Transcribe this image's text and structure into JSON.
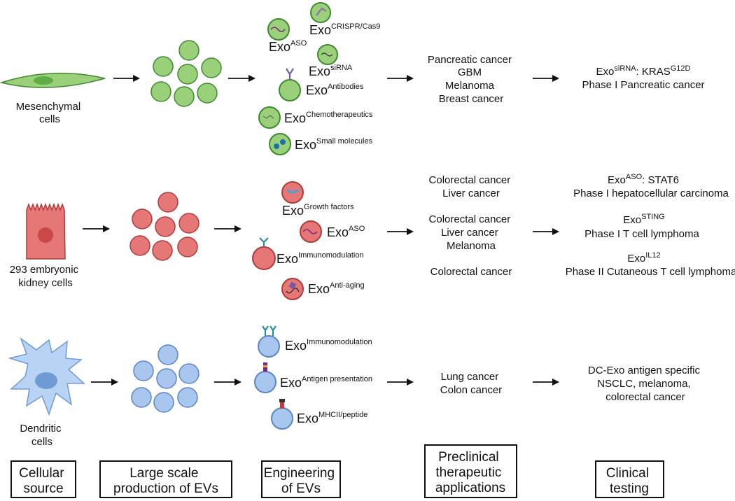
{
  "rows": [
    {
      "source_label": [
        "Mesenchymal",
        "cells"
      ],
      "engineered": [
        {
          "base": "Exo",
          "sup": "ASO"
        },
        {
          "base": "Exo",
          "sup": "CRISPR/Cas9"
        },
        {
          "base": "Exo",
          "sup": "siRNA"
        },
        {
          "base": "Exo",
          "sup": "Antibodies"
        },
        {
          "base": "Exo",
          "sup": "Chemotherapeutics"
        },
        {
          "base": "Exo",
          "sup": "Small molecules"
        }
      ],
      "preclinical": [
        "Pancreatic cancer",
        "GBM",
        "Melanoma",
        "Breast cancer"
      ],
      "clinical": [
        {
          "line1_parts": [
            "Exo",
            "siRNA",
            ": KRAS",
            "G12D"
          ],
          "line2": "Phase I Pancreatic cancer"
        }
      ]
    },
    {
      "source_label": [
        "293 embryonic",
        "kidney cells"
      ],
      "engineered": [
        {
          "base": "Exo",
          "sup": "Growth factors"
        },
        {
          "base": "Exo",
          "sup": "ASO"
        },
        {
          "base": "Exo",
          "sup": "Immunomodulation"
        },
        {
          "base": "Exo",
          "sup": "Anti-aging"
        }
      ],
      "preclinical": [
        [
          "Colorectal cancer",
          "Liver cancer"
        ],
        [
          "Colorectal cancer",
          "Liver cancer",
          "Melanoma"
        ],
        [
          "Colorectal cancer"
        ]
      ],
      "clinical": [
        {
          "line1_parts": [
            "Exo",
            "ASO",
            ": STAT6"
          ],
          "line2": "Phase I hepatocellular carcinoma"
        },
        {
          "line1_parts": [
            "Exo",
            "STING"
          ],
          "line2": "Phase I T cell lymphoma"
        },
        {
          "line1_parts": [
            "Exo",
            "IL12"
          ],
          "line2": "Phase II Cutaneous T cell lymphoma"
        }
      ]
    },
    {
      "source_label": [
        "Dendritic",
        "cells"
      ],
      "engineered": [
        {
          "base": "Exo",
          "sup": "Immunomodulation"
        },
        {
          "base": "Exo",
          "sup": "Antigen presentation"
        },
        {
          "base": "Exo",
          "sup": "MHCII/peptide"
        }
      ],
      "preclinical": [
        "Lung cancer",
        "Colon cancer"
      ],
      "clinical_lines": [
        "DC-Exo antigen specific",
        "NSCLC, melanoma,",
        "colorectal cancer"
      ]
    }
  ],
  "stages": [
    [
      "Cellular",
      "source"
    ],
    [
      "Large scale",
      "production of EVs"
    ],
    [
      "Engineering",
      "of EVs"
    ],
    [
      "Preclinical",
      "therapeutic",
      "applications"
    ],
    [
      "Clinical",
      "testing"
    ]
  ],
  "colors": {
    "green_fill": "#9bd07a",
    "green_stroke": "#3d8a2e",
    "red_fill": "#e57777",
    "red_stroke": "#b03a3a",
    "blue_fill": "#a9c7ee",
    "blue_stroke": "#5a85c4",
    "arrow": "#111111"
  },
  "icons": [
    "mesenchymal-cell-icon",
    "kidney-cell-icon",
    "dendritic-cell-icon",
    "vesicle-icon",
    "antibody-icon"
  ]
}
